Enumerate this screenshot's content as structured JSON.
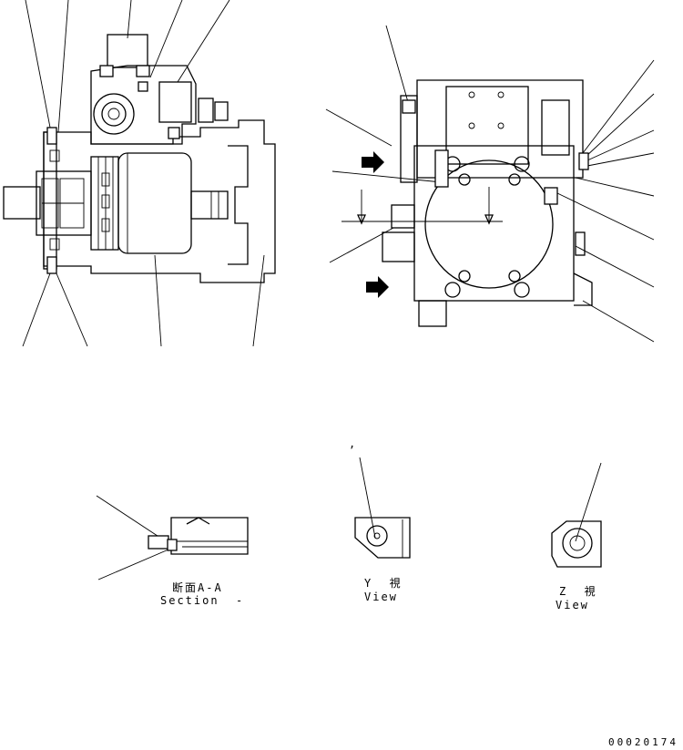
{
  "labels": {
    "section_jp": "断面A-A",
    "section_en": "Section  -",
    "view_y_jp": "Y  視",
    "view_y_en": "View",
    "view_z_jp": "Z  視",
    "view_z_en": "View",
    "tick_mark": ",",
    "doc_number": "00020174"
  }
}
